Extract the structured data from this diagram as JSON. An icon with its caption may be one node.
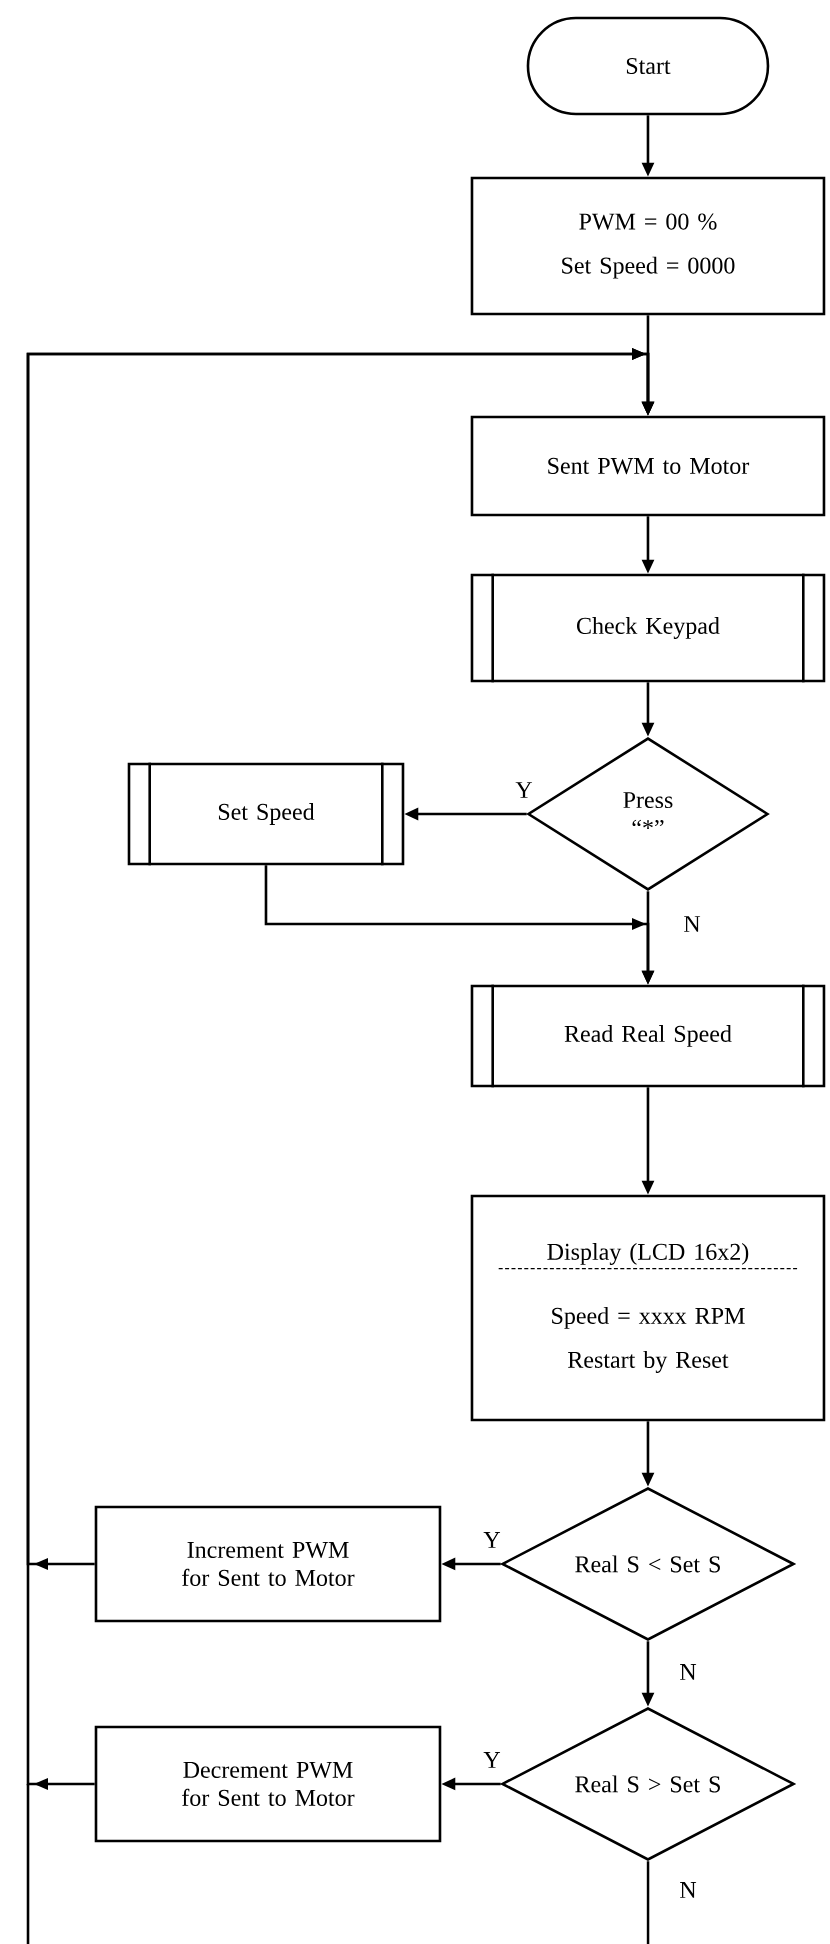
{
  "diagram": {
    "nodes": [
      {
        "text": [
          "Start"
        ]
      },
      {
        "text": [
          "PWM = 00 %",
          "Set Speed = 0000"
        ]
      },
      {
        "text": [
          "Sent PWM to Motor"
        ]
      },
      {
        "text": [
          "Check Keypad"
        ]
      },
      {
        "text": [
          "Press “*”"
        ]
      },
      {
        "text": [
          "Set Speed"
        ]
      },
      {
        "text": [
          "Read Real Speed"
        ]
      },
      {
        "text": [
          "Display (LCD 16x2)",
          "Speed = xxxx RPM",
          "Restart by Reset"
        ]
      },
      {
        "text": [
          "Real S < Set S"
        ]
      },
      {
        "text": [
          "Increment PWM for Sent to Motor"
        ]
      },
      {
        "text": [
          "Real S > Set S"
        ]
      },
      {
        "text": [
          "Decrement PWM for Sent to Motor"
        ]
      }
    ],
    "edges": [
      {
        "from": 0,
        "to": 1,
        "arrow": "to"
      },
      {
        "from": 1,
        "to": 2,
        "arrow": "to"
      },
      {
        "from": 2,
        "to": 3,
        "arrow": "to"
      },
      {
        "from": 3,
        "to": 4,
        "arrow": "to"
      },
      {
        "from": 4,
        "to": 5,
        "arrow": "to",
        "label": "Y"
      },
      {
        "from": 5,
        "to": 6,
        "arrow": "to"
      },
      {
        "from": 4,
        "to": 6,
        "arrow": "to",
        "label": "N"
      },
      {
        "from": 6,
        "to": 7,
        "arrow": "to"
      },
      {
        "from": 7,
        "to": 8,
        "arrow": "to"
      },
      {
        "from": 8,
        "to": 9,
        "arrow": "to",
        "label": "Y"
      },
      {
        "from": 8,
        "to": 10,
        "arrow": "to",
        "label": "N"
      },
      {
        "from": 10,
        "to": 11,
        "arrow": "to",
        "label": "Y"
      },
      {
        "from": 10,
        "to": null,
        "arrow": "none",
        "label": "N"
      },
      {
        "from": 9,
        "to": 2,
        "arrow": "to"
      },
      {
        "from": 11,
        "to": 2,
        "arrow": "to"
      }
    ]
  }
}
